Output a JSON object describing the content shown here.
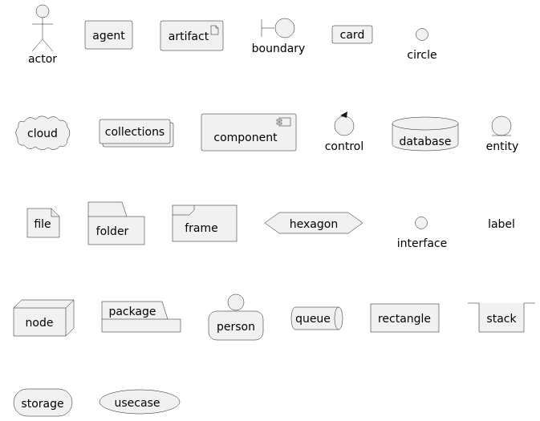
{
  "diagram": {
    "elements": [
      {
        "label": "actor",
        "shape": "actor"
      },
      {
        "label": "agent",
        "shape": "agent"
      },
      {
        "label": "artifact",
        "shape": "artifact"
      },
      {
        "label": "boundary",
        "shape": "boundary"
      },
      {
        "label": "card",
        "shape": "card"
      },
      {
        "label": "circle",
        "shape": "circle"
      },
      {
        "label": "cloud",
        "shape": "cloud"
      },
      {
        "label": "collections",
        "shape": "collections"
      },
      {
        "label": "component",
        "shape": "component"
      },
      {
        "label": "control",
        "shape": "control"
      },
      {
        "label": "database",
        "shape": "database"
      },
      {
        "label": "entity",
        "shape": "entity"
      },
      {
        "label": "file",
        "shape": "file"
      },
      {
        "label": "folder",
        "shape": "folder"
      },
      {
        "label": "frame",
        "shape": "frame"
      },
      {
        "label": "hexagon",
        "shape": "hexagon"
      },
      {
        "label": "interface",
        "shape": "interface"
      },
      {
        "label": "label",
        "shape": "label"
      },
      {
        "label": "node",
        "shape": "node"
      },
      {
        "label": "package",
        "shape": "package"
      },
      {
        "label": "person",
        "shape": "person"
      },
      {
        "label": "queue",
        "shape": "queue"
      },
      {
        "label": "rectangle",
        "shape": "rectangle"
      },
      {
        "label": "stack",
        "shape": "stack"
      },
      {
        "label": "storage",
        "shape": "storage"
      },
      {
        "label": "usecase",
        "shape": "usecase"
      }
    ],
    "colors": {
      "fill": "#F1F1F1",
      "stroke": "#181818",
      "text": "#000000",
      "background": "#FFFFFF"
    }
  }
}
